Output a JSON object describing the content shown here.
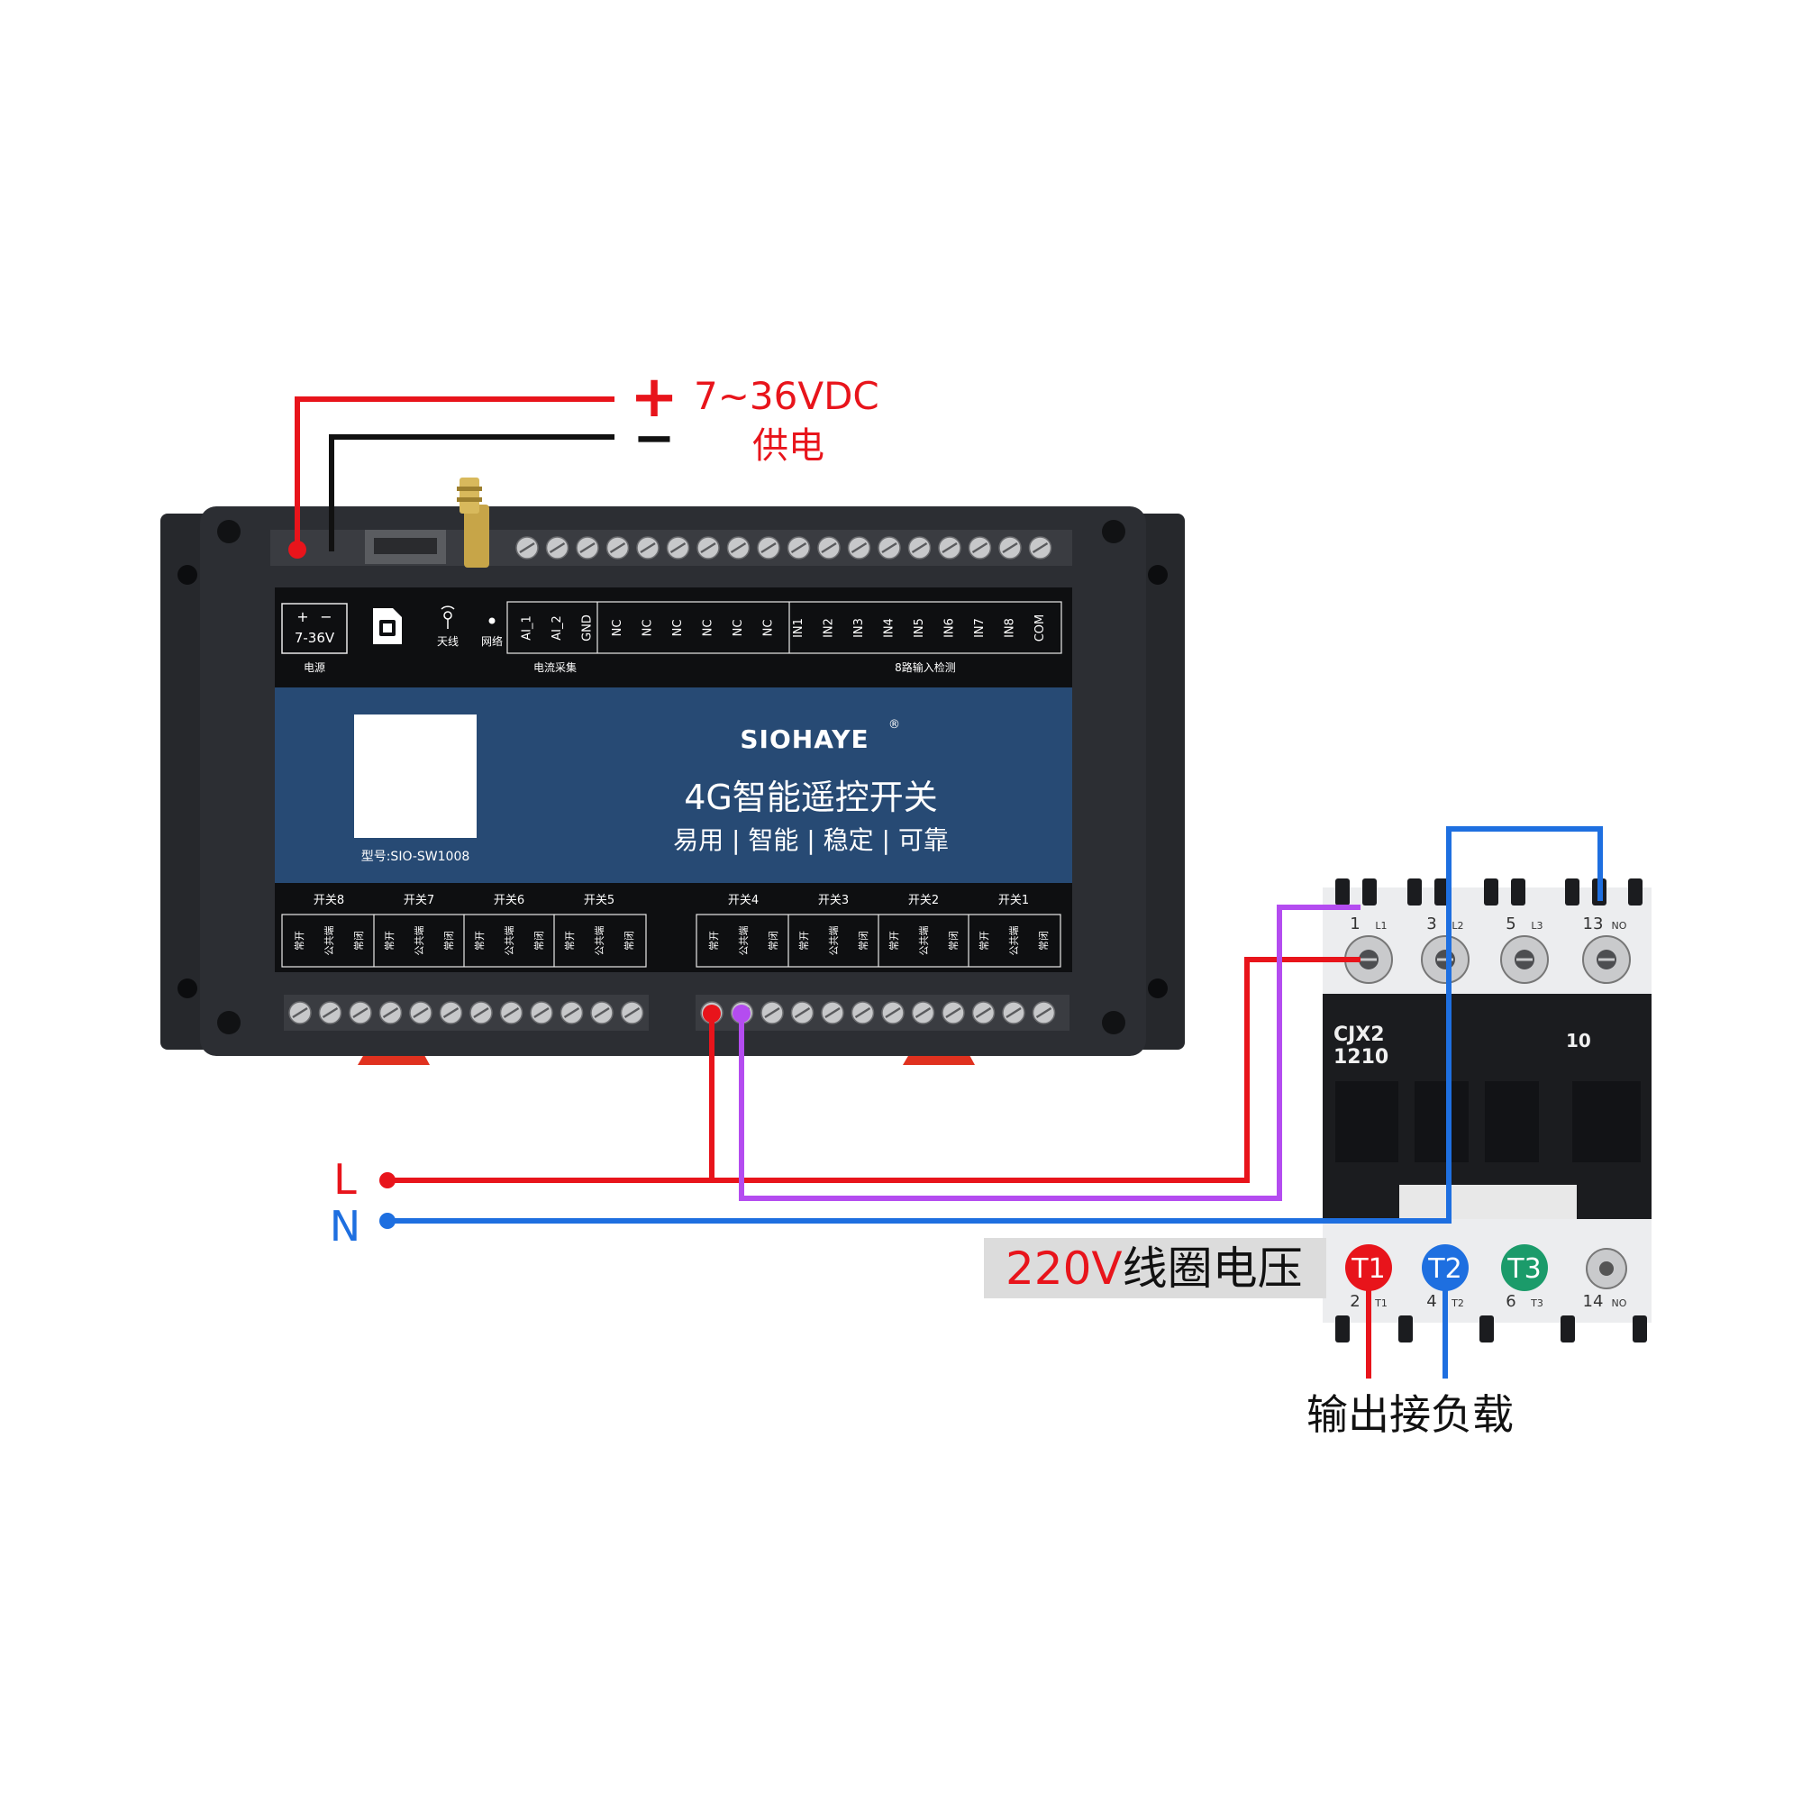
{
  "power": {
    "plus_sign": "+",
    "minus_sign": "−",
    "voltage": "7~36VDC",
    "label": "供电"
  },
  "device": {
    "terminal_plus": "+",
    "terminal_minus": "−",
    "terminal_voltage": "7-36V",
    "power_label": "电源",
    "antenna_label": "天线",
    "network_label": "网络",
    "top_pins": [
      "AI_1",
      "AI_2",
      "GND",
      "NC",
      "NC",
      "NC",
      "NC",
      "NC",
      "NC",
      "IN1",
      "IN2",
      "IN3",
      "IN4",
      "IN5",
      "IN6",
      "IN7",
      "IN8",
      "COM"
    ],
    "current_group_label": "电流采集",
    "input_group_label": "8路输入检测",
    "brand": "SIOHAYE",
    "registered_mark": "®",
    "product_name": "4G智能遥控开关",
    "slogan": "易用 | 智能 | 稳定 | 可靠",
    "model": "型号:SIO-SW1008",
    "switch_groups_left": [
      "开关8",
      "开关7",
      "开关6",
      "开关5"
    ],
    "switch_groups_right": [
      "开关4",
      "开关3",
      "开关2",
      "开关1"
    ],
    "switch_pin_labels": [
      "常开",
      "公共端",
      "常闭"
    ]
  },
  "wiring": {
    "line_L": "L",
    "line_N": "N",
    "wire_colors": {
      "positive": "#e8141b",
      "negative": "#111111",
      "line": "#e8141b",
      "neutral": "#1e6fe0",
      "switched": "#b44cf0"
    }
  },
  "contactor": {
    "top_terminals": [
      "1",
      "L1",
      "3",
      "L2",
      "5",
      "L3",
      "13",
      "NO"
    ],
    "model_line1": "CJX2",
    "model_line2": "1210",
    "rating": "10",
    "bottom_terminals": [
      "2",
      "T1",
      "4",
      "T2",
      "6",
      "T3",
      "14",
      "NO"
    ],
    "t1": "T1",
    "t2": "T2",
    "t3": "T3",
    "coil_voltage_num": "220V",
    "coil_voltage_text": "线圈电压",
    "output_label": "输出接负载"
  }
}
